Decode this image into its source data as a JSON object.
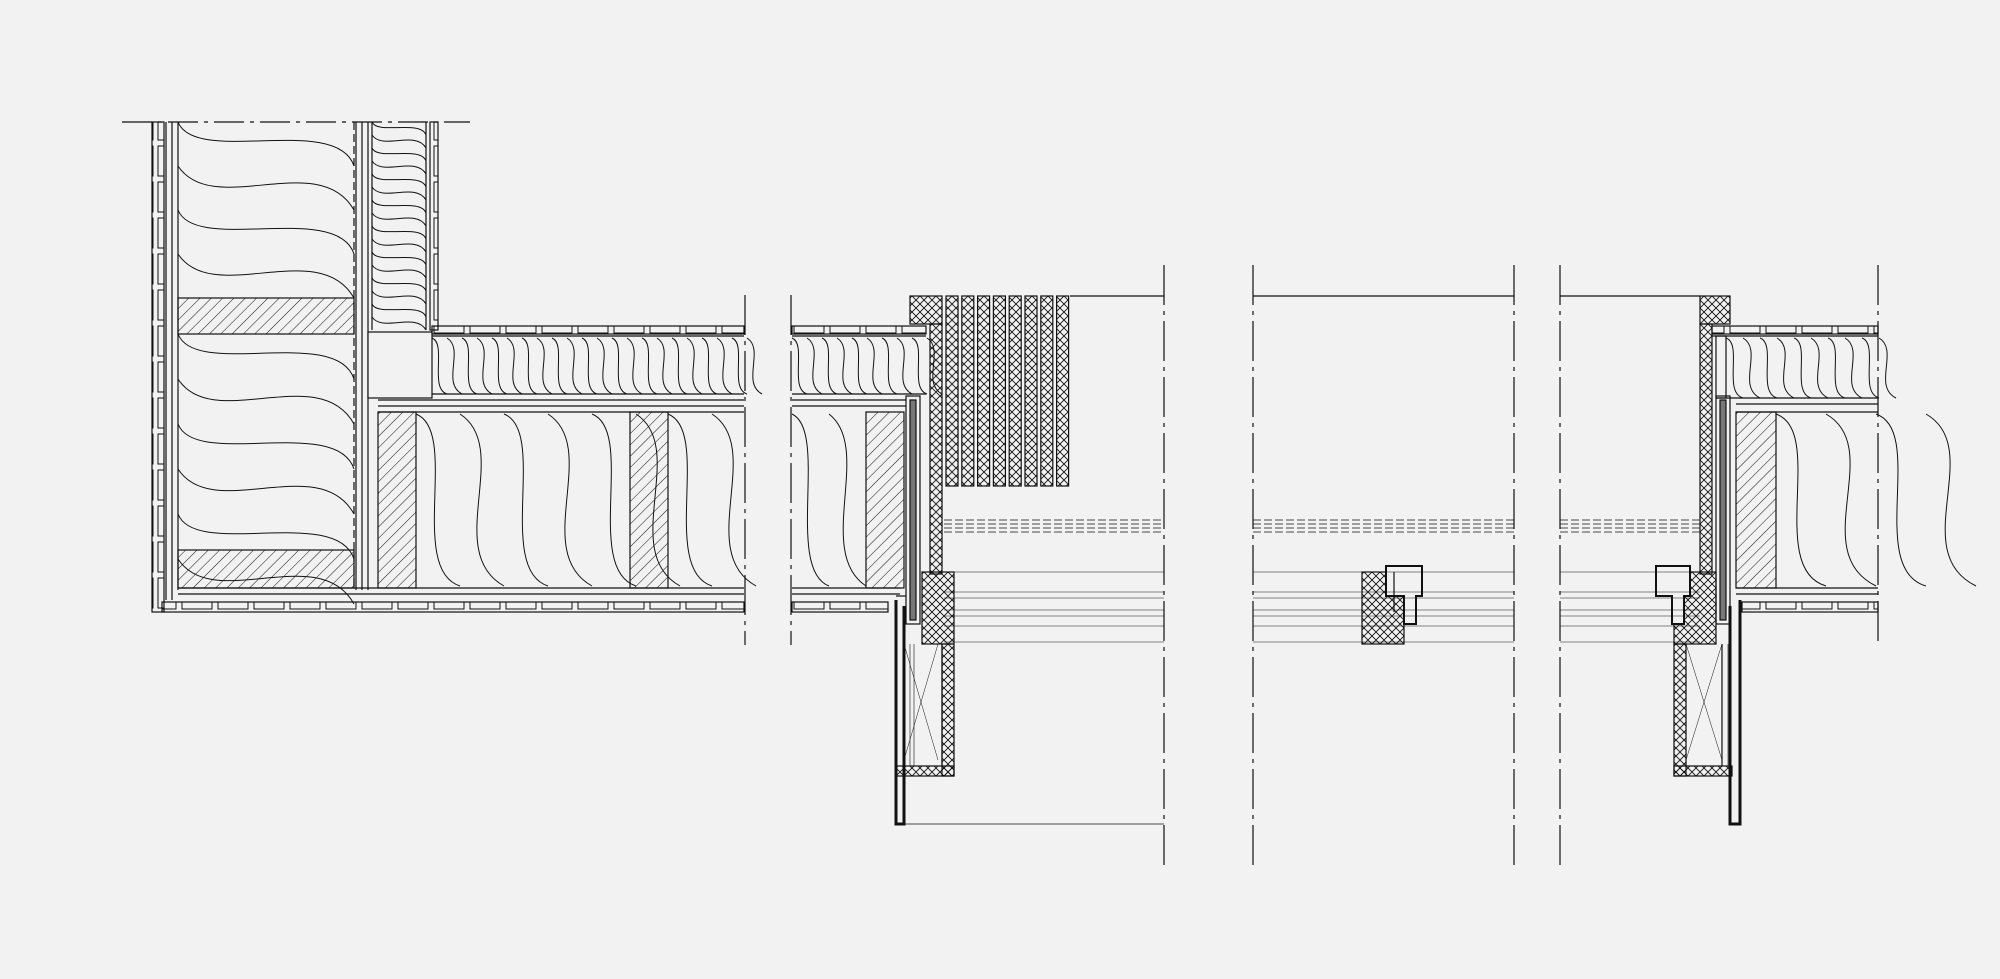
{
  "drawing": {
    "background": "#f2f2f2",
    "ink": "#111111",
    "fill": "#f2f2f2",
    "hatch": "diagonal",
    "crosshatch": "cross",
    "insulation": "quilt",
    "labels": []
  }
}
